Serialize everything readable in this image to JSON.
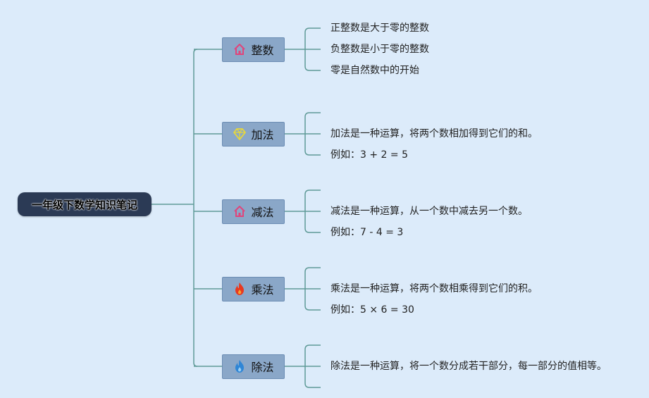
{
  "root": {
    "label": "一年级下数学知识笔记"
  },
  "topics": [
    {
      "label": "整数",
      "icon": "house-icon",
      "icon_color": "#e0457b",
      "leaves": [
        "正整数是大于零的整数",
        "负整数是小于零的整数",
        "零是自然数中的开始"
      ]
    },
    {
      "label": "加法",
      "icon": "diamond-icon",
      "icon_color": "#e8d83a",
      "leaves": [
        "",
        "加法是一种运算，将两个数相加得到它们的和。",
        "例如：3 + 2 = 5"
      ]
    },
    {
      "label": "减法",
      "icon": "house-icon",
      "icon_color": "#e0457b",
      "leaves": [
        "",
        "减法是一种运算，从一个数中减去另一个数。",
        "例如：7 - 4 = 3"
      ]
    },
    {
      "label": "乘法",
      "icon": "fire-icon",
      "icon_color": "#e8391f",
      "leaves": [
        "",
        "乘法是一种运算，将两个数相乘得到它们的积。",
        "例如：5 × 6 = 30"
      ]
    },
    {
      "label": "除法",
      "icon": "water-flame-icon",
      "icon_color": "#2f86d6",
      "leaves": [
        "",
        "除法是一种运算，将一个数分成若干部分，每一部分的值相等。",
        ""
      ]
    }
  ],
  "colors": {
    "line": "#5f9a97",
    "background": "#dcebfa",
    "root_fill": "#2b3a55",
    "topic_fill": "#8aa7c8"
  }
}
